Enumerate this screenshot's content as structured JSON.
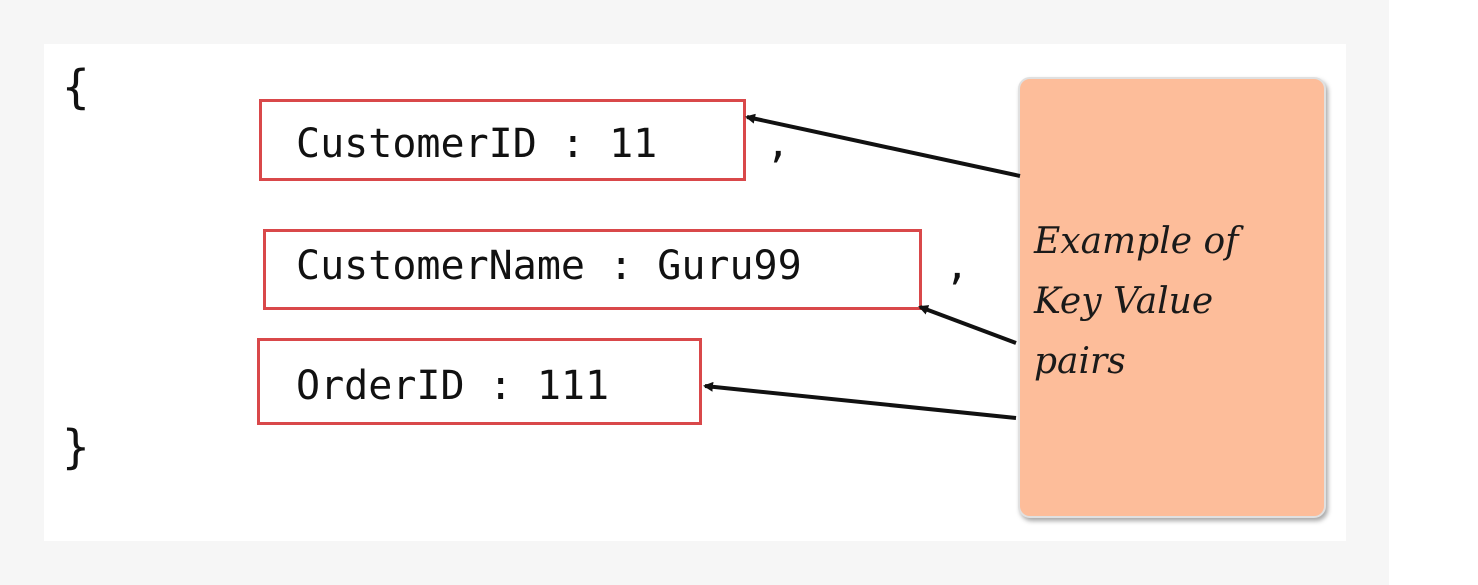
{
  "code": {
    "open_brace": "{",
    "close_brace": "}",
    "separator": ","
  },
  "pairs": [
    {
      "text": "CustomerID : 11",
      "trailing": ","
    },
    {
      "text": "CustomerName : Guru99",
      "trailing": ","
    },
    {
      "text": "OrderID : 111",
      "trailing": ""
    }
  ],
  "note": {
    "lines": [
      "Example of",
      "Key Value",
      "pairs"
    ]
  },
  "colors": {
    "box_border": "#d9484a",
    "note_fill": "#fdbd9a",
    "arrow": "#111111"
  }
}
